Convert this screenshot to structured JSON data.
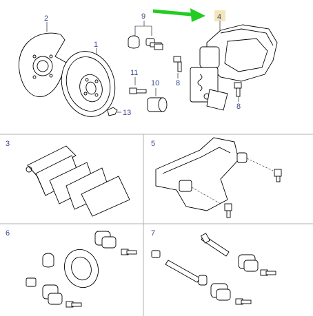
{
  "diagram": {
    "callouts": {
      "c1": "1",
      "c2": "2",
      "c4": "4",
      "c8a": "8",
      "c8b": "8",
      "c9": "9",
      "c10": "10",
      "c11": "11",
      "c13": "13"
    },
    "panels": {
      "p3": "3",
      "p5": "5",
      "p6": "6",
      "p7": "7"
    },
    "colors": {
      "arrow": "#22cc22",
      "highlight": "#f5e6b8",
      "callout_text": "#3a4a8c",
      "frame": "#b0b0b0"
    }
  }
}
